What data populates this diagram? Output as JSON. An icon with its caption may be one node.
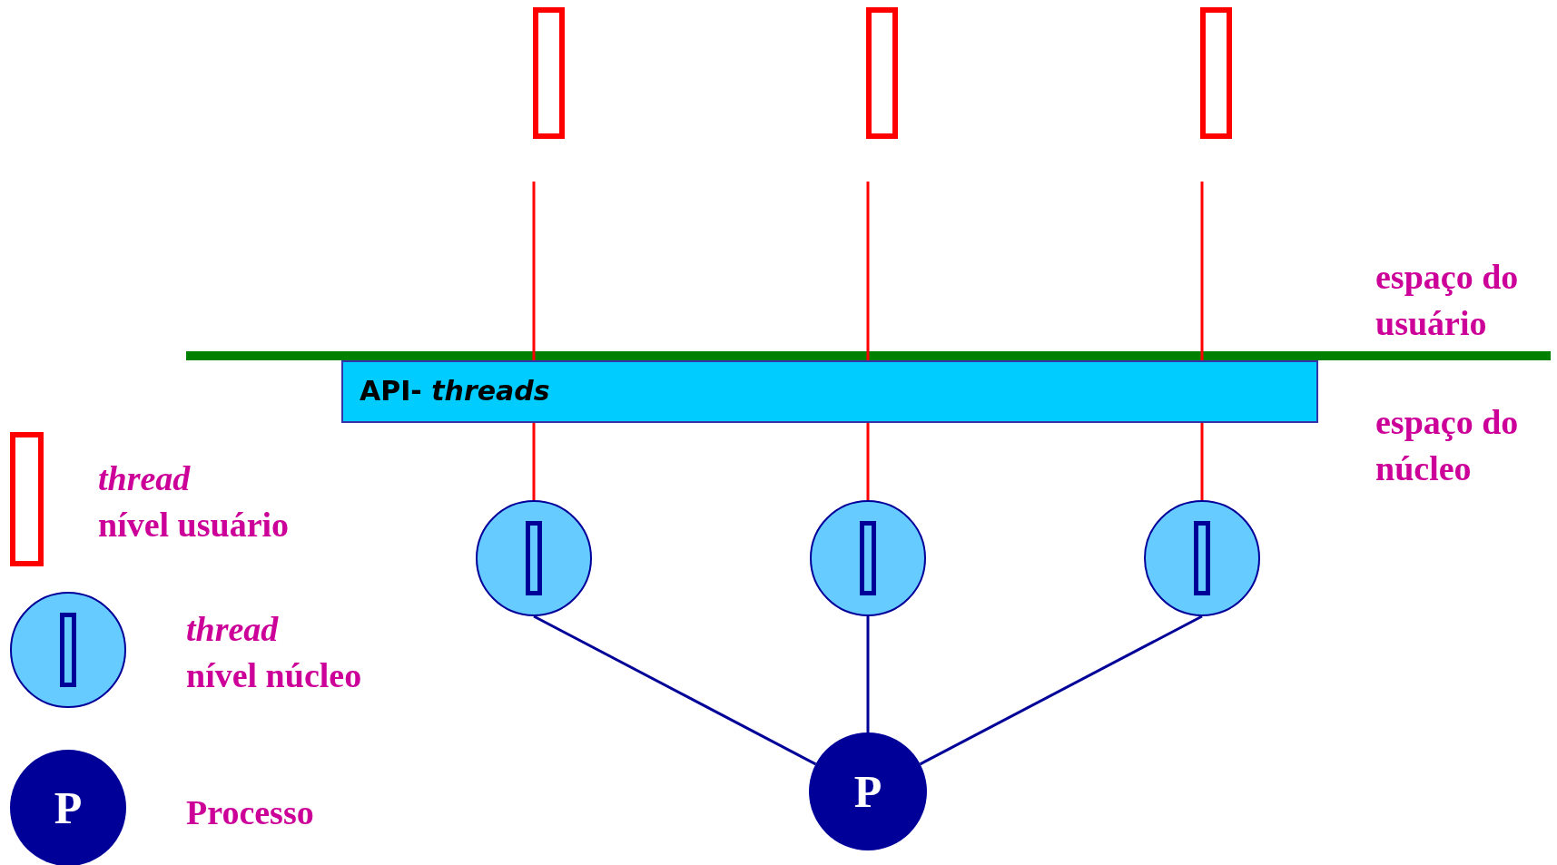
{
  "diagram": {
    "nodes": [
      {
        "text": [],
        "shape": "box"
      },
      {
        "text": [],
        "shape": "box"
      },
      {
        "text": [],
        "shape": "box"
      },
      {
        "text": [
          "API- *threads*"
        ]
      },
      {
        "text": [],
        "shape": "circle"
      },
      {
        "text": [],
        "shape": "circle"
      },
      {
        "text": [],
        "shape": "circle"
      },
      {
        "text": [
          "P"
        ]
      }
    ],
    "edges": [
      {
        "from": null,
        "to": 4,
        "arrow": "none",
        "color": "#ff0000"
      },
      {
        "from": null,
        "to": 5,
        "arrow": "none",
        "color": "#ff0000"
      },
      {
        "from": null,
        "to": 6,
        "arrow": "none",
        "color": "#ff0000"
      },
      {
        "from": 4,
        "to": 7,
        "arrow": "none",
        "color": "#000099"
      },
      {
        "from": 5,
        "to": 7,
        "arrow": "none",
        "color": "#000099"
      },
      {
        "from": 6,
        "to": 7,
        "arrow": "none",
        "color": "#000099"
      }
    ],
    "labels": [
      "espaço do usuário",
      "espaço do núcleo",
      "P"
    ],
    "legend": [
      {
        "text": "*thread* nível usuário"
      },
      {
        "text": "*thread* nível núcleo"
      },
      {
        "text": "Processo"
      }
    ]
  }
}
